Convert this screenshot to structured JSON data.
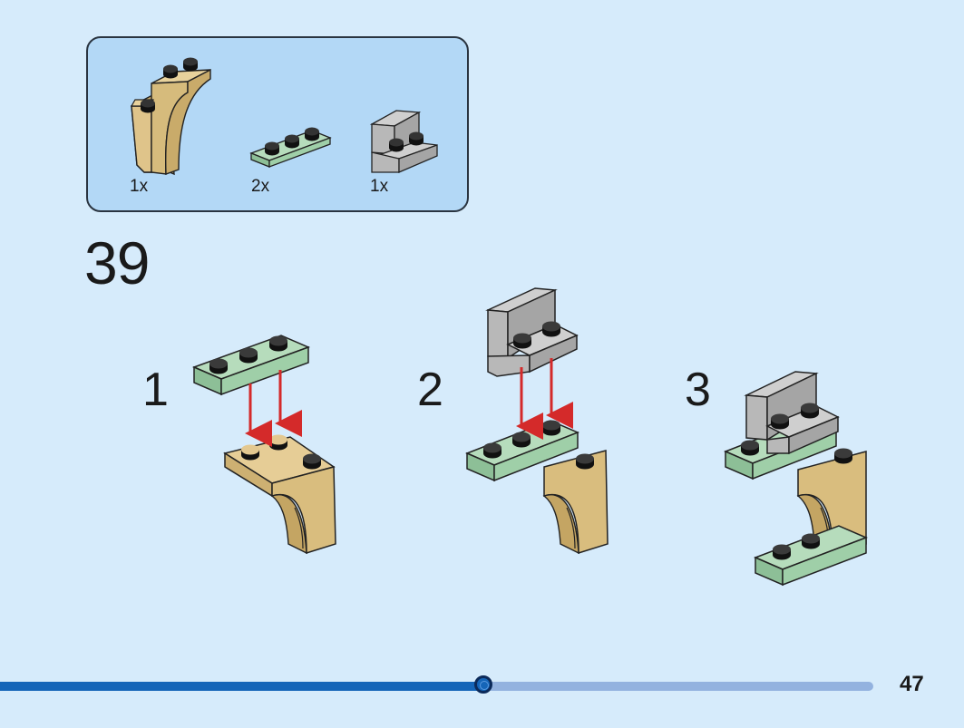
{
  "parts_callout": {
    "items": [
      {
        "name": "tan-arch-brick",
        "qty": "1x",
        "color": "#dfc48a"
      },
      {
        "name": "sand-green-plate-1x3",
        "qty": "2x",
        "color": "#9fcfa8"
      },
      {
        "name": "grey-bracket-1x2",
        "qty": "1x",
        "color": "#b8b8b8"
      }
    ]
  },
  "step": {
    "number": "39",
    "substeps": [
      "1",
      "2",
      "3"
    ]
  },
  "progress": {
    "fraction": 0.553
  },
  "page_number": "47",
  "colors": {
    "background": "#d6ebfb",
    "callout": "#b3d8f6",
    "progress_fill": "#1565b8",
    "progress_track": "#93b2df",
    "arrow": "#d42a2a"
  }
}
